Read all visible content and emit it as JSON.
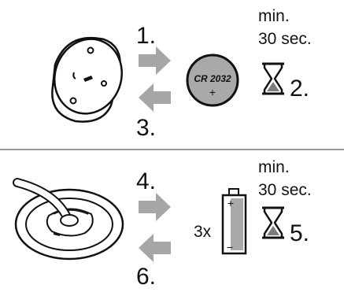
{
  "section1": {
    "step_tx": "1.",
    "step_rx": "3.",
    "note_line1": "min.",
    "note_line2": "30 sec.",
    "step_wait": "2.",
    "battery_model": "CR 2032",
    "battery_sign": "+"
  },
  "section2": {
    "step_tx": "4.",
    "step_rx": "6.",
    "note_line1": "min.",
    "note_line2": "30 sec.",
    "step_wait": "5.",
    "battery_count": "3x",
    "battery_plus": "+",
    "battery_minus": "−"
  },
  "colors": {
    "arrow": "#a6a6a6",
    "divider": "#9a9a9a",
    "battery_fill": "#a9a9a9",
    "sand": "#7d7d7d"
  }
}
